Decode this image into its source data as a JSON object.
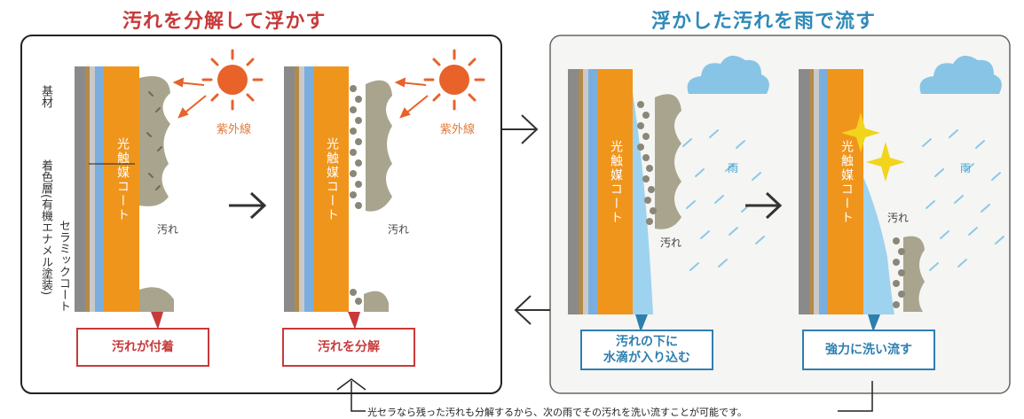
{
  "titles": {
    "left": "汚れを分解して浮かす",
    "right": "浮かした汚れを雨で流す"
  },
  "layer_labels": {
    "base": "基材",
    "colored": "着色層(有機エナメル塗装)",
    "ceramic": "セラミックコート"
  },
  "coat_label": "光触媒コート",
  "uv_label": "紫外線",
  "dirt_label": "汚れ",
  "rain_label": "雨",
  "steps": [
    {
      "label": "汚れが付着"
    },
    {
      "label": "汚れを分解"
    },
    {
      "label_line1": "汚れの下に",
      "label_line2": "水滴が入り込む"
    },
    {
      "label": "強力に洗い流す"
    }
  ],
  "footnote": "光セラなら残った汚れも分解するから、次の雨でその汚れを洗い流すことが可能です。",
  "colors": {
    "red": "#c83a3a",
    "blue": "#2e7fb0",
    "orange_coat": "#f0951c",
    "sun": "#e8622a",
    "dirt": "#a8a48e",
    "cloud": "#88c4e6"
  },
  "icons": [
    "sun-icon",
    "cloud-icon",
    "sparkle-icon",
    "arrow-right-icon",
    "arrow-left-icon"
  ]
}
